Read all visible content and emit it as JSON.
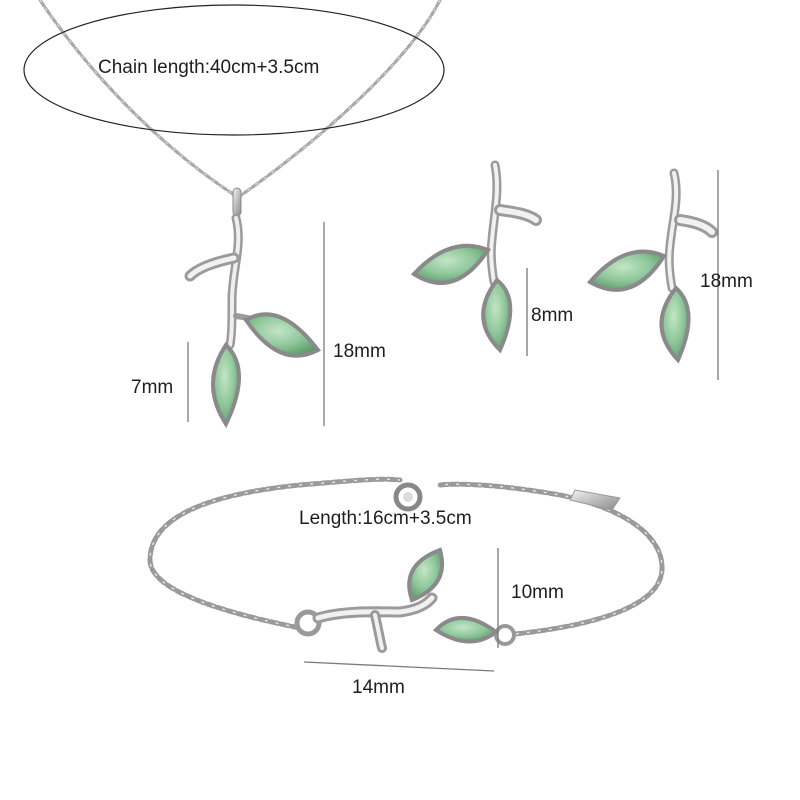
{
  "labels": {
    "chain_length": "Chain length:40cm+3.5cm",
    "pendant_height": "18mm",
    "pendant_leaf": "7mm",
    "earring_leaf": "8mm",
    "earring_height": "18mm",
    "bracelet_length": "Length:16cm+3.5cm",
    "bracelet_leaf": "10mm",
    "bracelet_width": "14mm"
  },
  "colors": {
    "background": "#ffffff",
    "silver": "#c9c9c9",
    "silver_dark": "#7d7d7d",
    "jade": "#8fc79a",
    "jade_dark": "#4f8f5e",
    "dimension_line": "#7a7a7a"
  }
}
